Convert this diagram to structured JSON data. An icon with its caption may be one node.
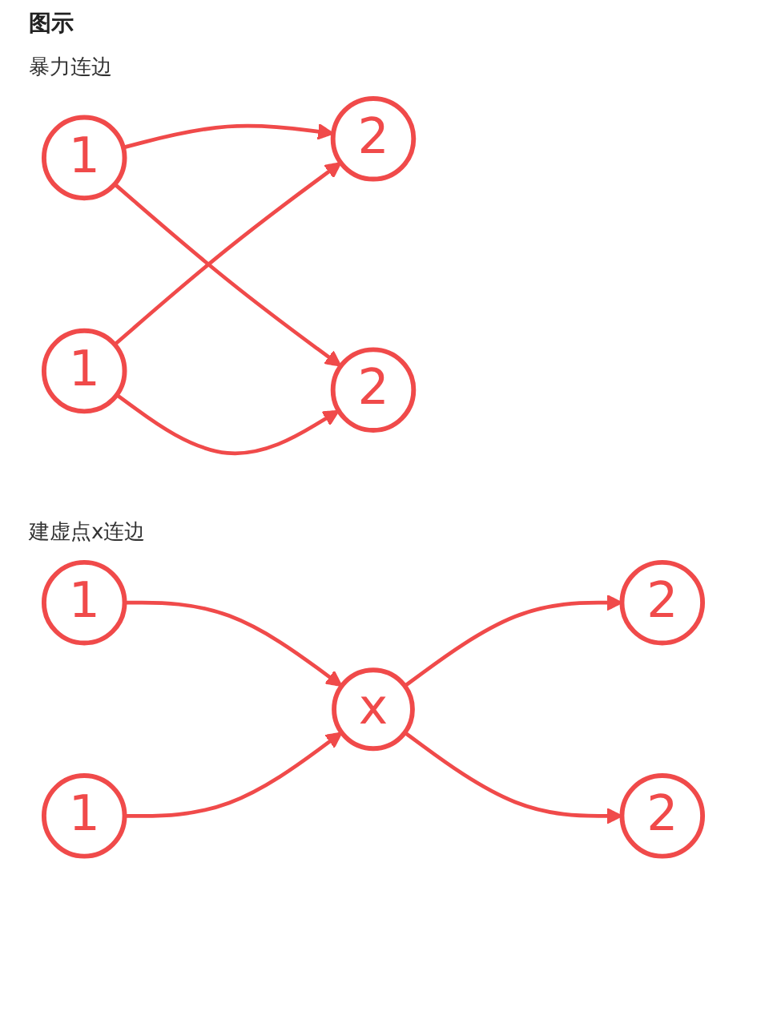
{
  "diagram": {
    "title": "图示",
    "nodes": [
      {
        "text": [
          "1"
        ]
      },
      {
        "text": [
          "2"
        ]
      },
      {
        "text": [
          "1"
        ]
      },
      {
        "text": [
          "2"
        ]
      },
      {
        "text": [
          "1"
        ]
      },
      {
        "text": [
          "2"
        ]
      },
      {
        "text": [
          "x"
        ]
      },
      {
        "text": [
          "1"
        ]
      },
      {
        "text": [
          "2"
        ]
      }
    ],
    "edges": [
      {
        "from": 0,
        "to": 1,
        "arrow": "to"
      },
      {
        "from": 0,
        "to": 3,
        "arrow": "to"
      },
      {
        "from": 2,
        "to": 1,
        "arrow": "to"
      },
      {
        "from": 2,
        "to": 3,
        "arrow": "to"
      },
      {
        "from": 4,
        "to": 6,
        "arrow": "to"
      },
      {
        "from": 7,
        "to": 6,
        "arrow": "to"
      },
      {
        "from": 6,
        "to": 5,
        "arrow": "to"
      },
      {
        "from": 6,
        "to": 8,
        "arrow": "to"
      }
    ],
    "labels": [
      "暴力连边",
      "建虚点x连边"
    ]
  }
}
